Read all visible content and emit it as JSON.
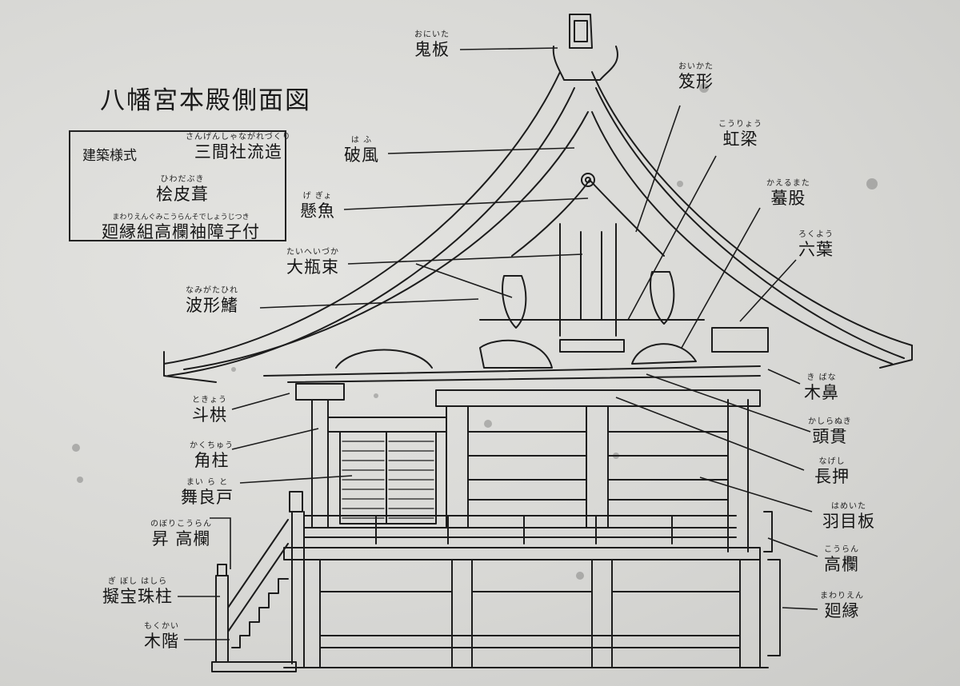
{
  "title": "八幡宮本殿側面図",
  "info_box": {
    "style_label": "建築様式",
    "style_value": {
      "ruby": "さんげんしゃながれづくり",
      "text": "三間社流造"
    },
    "roof": {
      "ruby": "ひわだぶき",
      "text": "桧皮葺"
    },
    "veranda": {
      "ruby": "まわりえんぐみこうらんそでしょうじつき",
      "text": "廻縁組高欄袖障子付"
    }
  },
  "labels": {
    "oniita": {
      "ruby": "おにいた",
      "text": "鬼板"
    },
    "oikata": {
      "ruby": "おいかた",
      "text": "笈形"
    },
    "hafu": {
      "ruby": "は ふ",
      "text": "破風"
    },
    "koryo": {
      "ruby": "こうりょう",
      "text": "虹梁"
    },
    "gegyo": {
      "ruby": "げ ぎょ",
      "text": "懸魚"
    },
    "kaerumata": {
      "ruby": "かえるまた",
      "text": "蟇股"
    },
    "rokuyo": {
      "ruby": "ろくよう",
      "text": "六葉"
    },
    "taiheizuka": {
      "ruby": "たいへいづか",
      "text": "大瓶束"
    },
    "namigatahire": {
      "ruby": "なみがたひれ",
      "text": "波形鰭"
    },
    "tokyo": {
      "ruby": "ときょう",
      "text": "斗栱"
    },
    "kibana": {
      "ruby": "き ばな",
      "text": "木鼻"
    },
    "kakuchu": {
      "ruby": "かくちゅう",
      "text": "角柱"
    },
    "kashiranuki": {
      "ruby": "かしらぬき",
      "text": "頭貫"
    },
    "mairado": {
      "ruby": "まい ら と",
      "text": "舞良戸"
    },
    "nageshi": {
      "ruby": "なげし",
      "text": "長押"
    },
    "noborikoran": {
      "ruby": "のぼりこうらん",
      "text": "昇 高欄"
    },
    "hameita": {
      "ruby": "はめいた",
      "text": "羽目板"
    },
    "koran": {
      "ruby": "こうらん",
      "text": "高欄"
    },
    "giboshibashira": {
      "ruby": "ぎ ぼし はしら",
      "text": "擬宝珠柱"
    },
    "mawarien": {
      "ruby": "まわりえん",
      "text": "廻縁"
    },
    "mokkai": {
      "ruby": "もくかい",
      "text": "木階"
    }
  }
}
